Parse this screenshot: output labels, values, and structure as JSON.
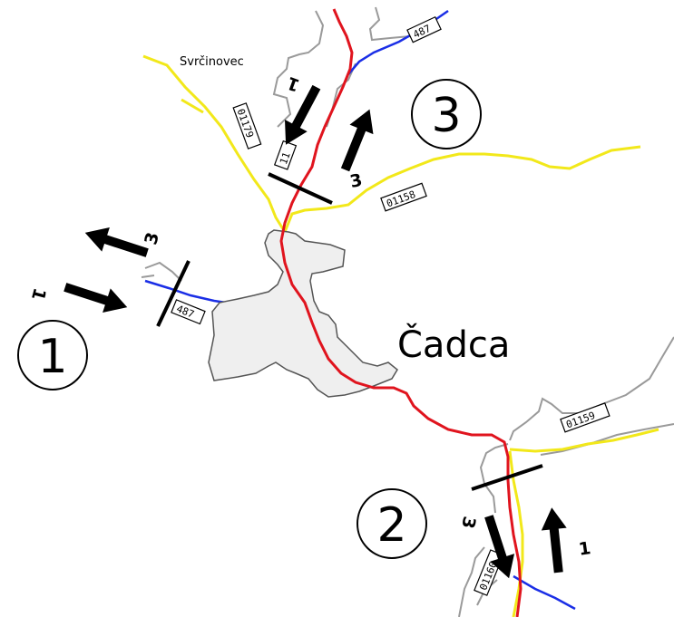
{
  "map": {
    "places": {
      "town": "Čadca",
      "village": "Svrčinovec"
    },
    "road_labels": {
      "r487_top": "487",
      "r487_west": "487",
      "r01179": "01179",
      "r01158": "01158",
      "r01159": "01159",
      "r01160": "01160",
      "r11": "11"
    },
    "stations": [
      {
        "id": "1"
      },
      {
        "id": "2"
      },
      {
        "id": "3"
      }
    ],
    "direction_labels": {
      "west_in": "1",
      "west_out": "3",
      "north_in": "1",
      "north_out": "3",
      "south_in": "3",
      "south_out": "1"
    },
    "colors": {
      "main_road": "#e0141e",
      "regional_road": "#1a2ee6",
      "minor_road": "#f2e81a",
      "local_road": "#9a9a9a",
      "town_fill": "#efefef",
      "marker": "#000000"
    }
  }
}
